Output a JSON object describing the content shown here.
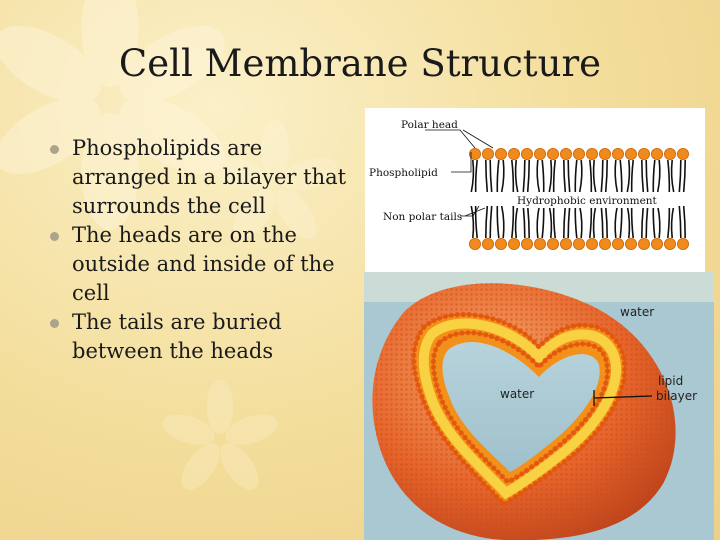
{
  "slide": {
    "title": "Cell Membrane Structure",
    "bullets": [
      "Phospholipids are arranged in a bilayer that surrounds the cell",
      "The heads are on the outside and inside of the cell",
      "The tails are buried between the heads"
    ]
  },
  "bilayer_diagram": {
    "label_polar_head": "Polar head",
    "label_phospholipid": "Phospholipid",
    "label_nonpolar_tails": "Non polar tails",
    "label_hydrophobic": "Hydrophobic environment"
  },
  "cell_diagram": {
    "label_water_outside": "water",
    "label_water_inside": "water",
    "label_lipid_line1": "lipid",
    "label_lipid_line2": "bilayer"
  },
  "colors": {
    "background": "#f3dd9a",
    "head": "#f08a1c",
    "sphere": "#e6642a"
  }
}
